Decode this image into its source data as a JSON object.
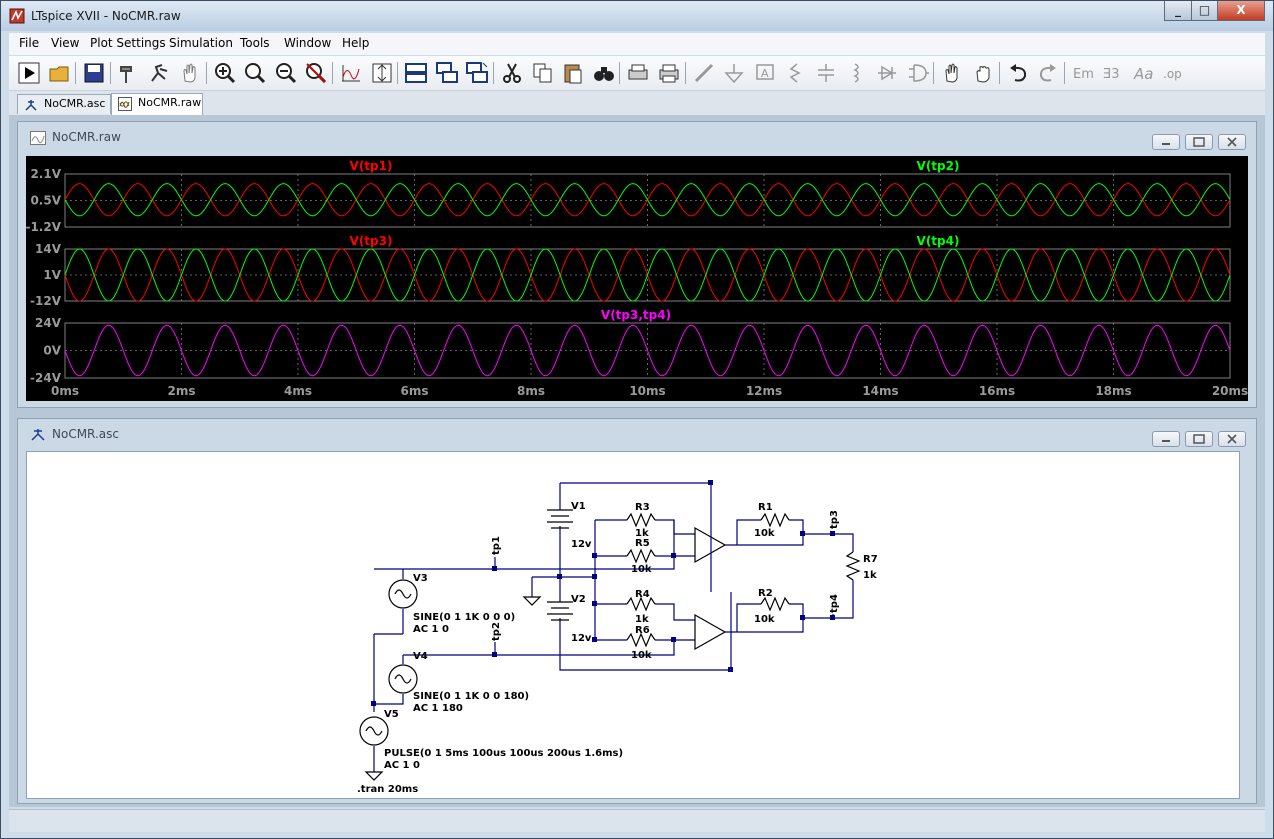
{
  "window": {
    "title": "LTspice XVII - NoCMR.raw",
    "controls": {
      "minimize": "_",
      "maximize": "□",
      "close": "X"
    }
  },
  "menu": [
    "File",
    "View",
    "Plot Settings",
    "Simulation",
    "Tools",
    "Window",
    "Help"
  ],
  "toolbar": {
    "icons": [
      "run-icon",
      "open-icon",
      "save-icon",
      "hammer-icon",
      "probe-icon",
      "hand-icon",
      "zoom-in-icon",
      "zoom-fit-icon",
      "zoom-out-icon",
      "zoom-cancel-icon",
      "autorange-icon",
      "fit-y-icon",
      "tile-horizontal-icon",
      "cascade-icon",
      "tile-vertical-icon",
      "cut-icon",
      "copy-icon",
      "paste-icon",
      "find-icon",
      "print-preview-icon",
      "print-icon",
      "wire-icon",
      "ground-icon",
      "label-icon",
      "resistor-icon",
      "capacitor-icon",
      "inductor-icon",
      "diode-icon",
      "component-icon",
      "move-icon",
      "drag-icon",
      "undo-icon",
      "redo-icon",
      "rotate-icon",
      "mirror-icon",
      "text-icon",
      "spice-directive-icon"
    ]
  },
  "tabs": [
    {
      "label": "NoCMR.asc",
      "icon": "schematic-icon",
      "active": false
    },
    {
      "label": "NoCMR.raw",
      "icon": "waveform-icon",
      "active": true
    }
  ],
  "plot_window": {
    "title": "NoCMR.raw",
    "background": "#000000",
    "grid_color": "#7f7f7f",
    "label_color": "#9a9a9a"
  },
  "chart_data": {
    "type": "line",
    "xlabel": "",
    "xlim": [
      0,
      20
    ],
    "x_ticks": [
      "0ms",
      "2ms",
      "4ms",
      "6ms",
      "8ms",
      "10ms",
      "12ms",
      "14ms",
      "16ms",
      "18ms",
      "20ms"
    ],
    "panes": [
      {
        "y_ticks": [
          "2.1V",
          "0.5V",
          "-1.2V"
        ],
        "ylim": [
          -1.2,
          2.1
        ],
        "series": [
          {
            "name": "V(tp1)",
            "color": "#ff0000",
            "freq_khz": 1,
            "amplitude": 1,
            "offset": 0.5,
            "phase_deg": 0
          },
          {
            "name": "V(tp2)",
            "color": "#00ff00",
            "freq_khz": 1,
            "amplitude": 1,
            "offset": 0.5,
            "phase_deg": 180
          }
        ]
      },
      {
        "y_ticks": [
          "14V",
          "1V",
          "-12V"
        ],
        "ylim": [
          -12,
          14
        ],
        "series": [
          {
            "name": "V(tp3)",
            "color": "#ff0000",
            "freq_khz": 1,
            "amplitude": 13,
            "offset": 1,
            "phase_deg": 180
          },
          {
            "name": "V(tp4)",
            "color": "#00ff00",
            "freq_khz": 1,
            "amplitude": 13,
            "offset": 1,
            "phase_deg": 0
          }
        ]
      },
      {
        "y_ticks": [
          "24V",
          "0V",
          "-24V"
        ],
        "ylim": [
          -24,
          24
        ],
        "series": [
          {
            "name": "V(tp3,tp4)",
            "color": "#ff00ff",
            "freq_khz": 1,
            "amplitude": 22,
            "offset": 0,
            "phase_deg": 180
          }
        ]
      }
    ],
    "grid": true,
    "legend": "top"
  },
  "schematic_window": {
    "title": "NoCMR.asc",
    "wire_color": "#000080",
    "component_color": "#000000",
    "labels": {
      "V1": "V1",
      "V1_value": "12v",
      "V2": "V2",
      "V2_value": "12v",
      "V3": "V3",
      "V3_source": "SINE(0 1 1K 0 0 0)",
      "V3_ac": "AC 1 0",
      "V4": "V4",
      "V4_source": "SINE(0 1 1K 0 0 180)",
      "V4_ac": "AC 1 180",
      "V5": "V5",
      "V5_source": "PULSE(0 1 5ms 100us 100us 200us 1.6ms)",
      "V5_ac": "AC 1 0",
      "R1": "R1",
      "R1_value": "10k",
      "R2": "R2",
      "R2_value": "10k",
      "R3": "R3",
      "R3_value": "1k",
      "R4": "R4",
      "R4_value": "1k",
      "R5": "R5",
      "R5_value": "10k",
      "R6": "R6",
      "R6_value": "10k",
      "R7": "R7",
      "R7_value": "1k",
      "tp1": "tp1",
      "tp2": "tp2",
      "tp3": "tp3",
      "tp4": "tp4",
      "directive": ".tran 20ms"
    }
  }
}
